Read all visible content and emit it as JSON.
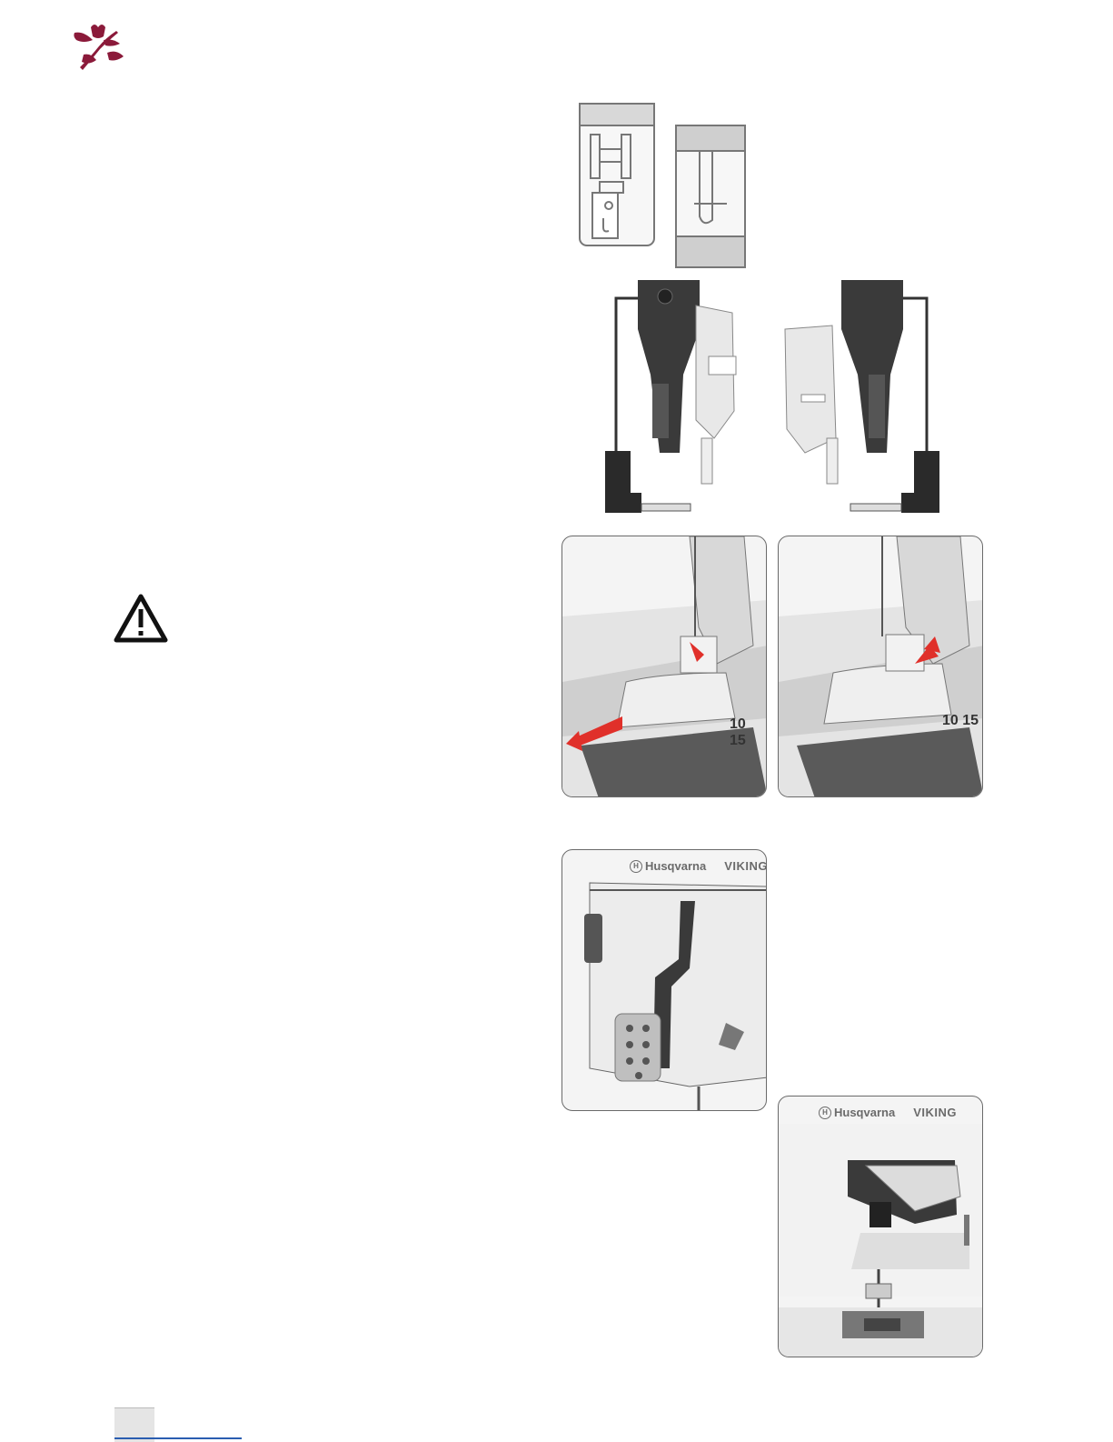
{
  "header": {
    "logo_icon": "tulip-flower-logo-icon",
    "brand_color": "#8b1a3a"
  },
  "warning": {
    "icon": "warning-triangle-icon"
  },
  "illustrations": {
    "foot_sketch": {
      "icon": "presser-foot-sketch-icon"
    },
    "sensor_feet": {
      "icon": "sensor-presser-feet-icon"
    },
    "attach_left": {
      "icon": "attach-foot-arrow-icon",
      "arrow_color": "#e0302a"
    },
    "attach_right": {
      "icon": "attach-foot-arrow-icon",
      "arrow_color": "#e0302a"
    },
    "side_view": {
      "brand": "Husqvarna",
      "model": "VIKING"
    },
    "front_view": {
      "brand": "Husqvarna",
      "model": "VIKING"
    },
    "scale_marks": {
      "left": "10 15",
      "right": "10 15"
    }
  },
  "footer": {
    "page_box": ""
  }
}
